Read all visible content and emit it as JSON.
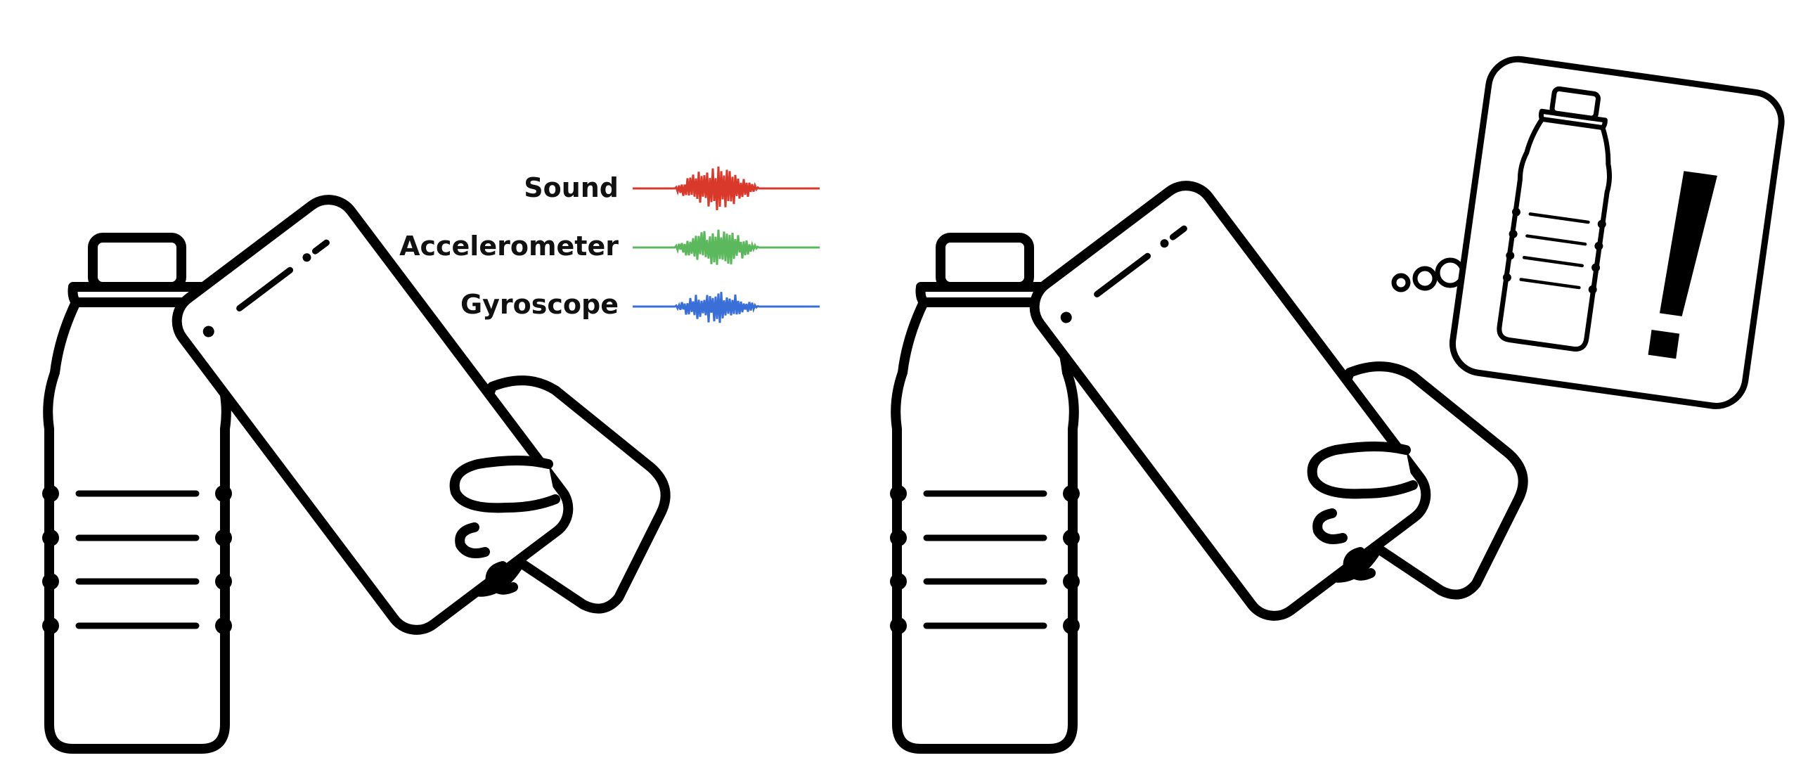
{
  "legend": {
    "items": [
      {
        "label": "Sound",
        "color": "#d9392b"
      },
      {
        "label": "Accelerometer",
        "color": "#5cb85c"
      },
      {
        "label": "Gyroscope",
        "color": "#3a6fd8"
      }
    ]
  },
  "thought": {
    "exclamation": "!"
  },
  "icons": [
    "water-bottle-icon",
    "smartphone-icon",
    "hand-icon",
    "thought-bubble-icon",
    "exclamation-icon"
  ]
}
